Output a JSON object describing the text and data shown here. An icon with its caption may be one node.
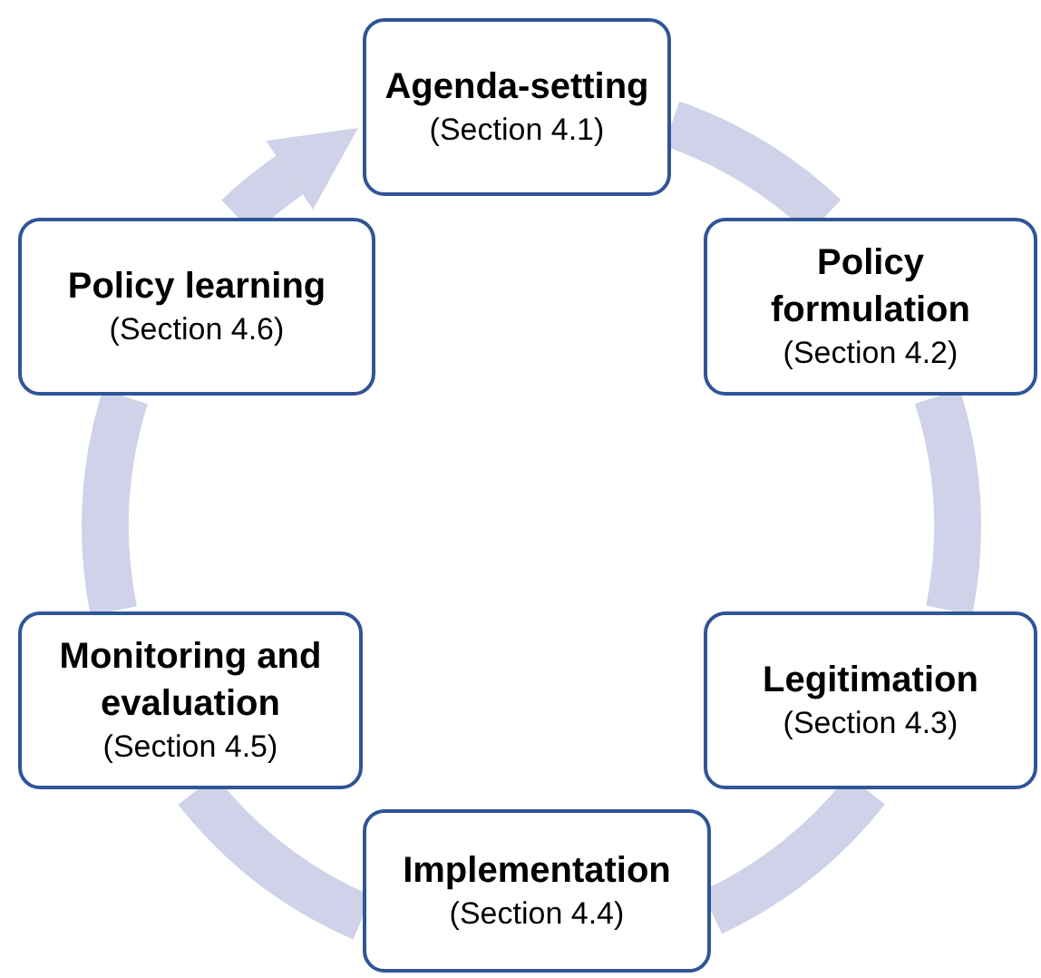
{
  "diagram": {
    "nodes": [
      {
        "text": [
          "Agenda-setting",
          "(Section 4.1)"
        ]
      },
      {
        "text": [
          "Policy formulation",
          "(Section 4.2)"
        ]
      },
      {
        "text": [
          "Legitimation",
          "(Section 4.3)"
        ]
      },
      {
        "text": [
          "Implementation",
          "(Section 4.4)"
        ]
      },
      {
        "text": [
          "Monitoring and evaluation",
          "(Section 4.5)"
        ]
      },
      {
        "text": [
          "Policy learning",
          "(Section 4.6)"
        ]
      }
    ],
    "edges": [
      {
        "from": 0,
        "to": 1,
        "arrow": "none"
      },
      {
        "from": 1,
        "to": 2,
        "arrow": "none"
      },
      {
        "from": 2,
        "to": 3,
        "arrow": "none"
      },
      {
        "from": 3,
        "to": 4,
        "arrow": "none"
      },
      {
        "from": 4,
        "to": 5,
        "arrow": "none"
      },
      {
        "from": 5,
        "to": 0,
        "arrow": "to"
      }
    ]
  }
}
